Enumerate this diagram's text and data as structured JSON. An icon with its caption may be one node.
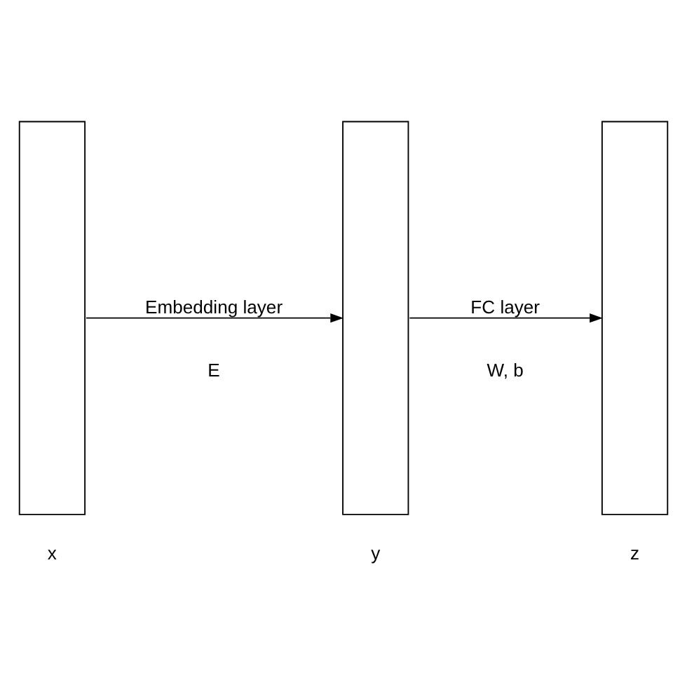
{
  "diagram": {
    "nodes": [
      {
        "text": [],
        "shape": "bar",
        "beside": [
          "x"
        ]
      },
      {
        "text": [],
        "shape": "bar",
        "beside": [
          "y"
        ]
      },
      {
        "text": [],
        "shape": "bar",
        "beside": [
          "z"
        ]
      }
    ],
    "edges": [
      {
        "from": 0,
        "to": 1,
        "arrow": "to",
        "label": "Embedding layer"
      },
      {
        "from": 1,
        "to": 2,
        "arrow": "to",
        "label": "FC layer"
      }
    ],
    "labels": [
      "E",
      "W, b"
    ]
  }
}
